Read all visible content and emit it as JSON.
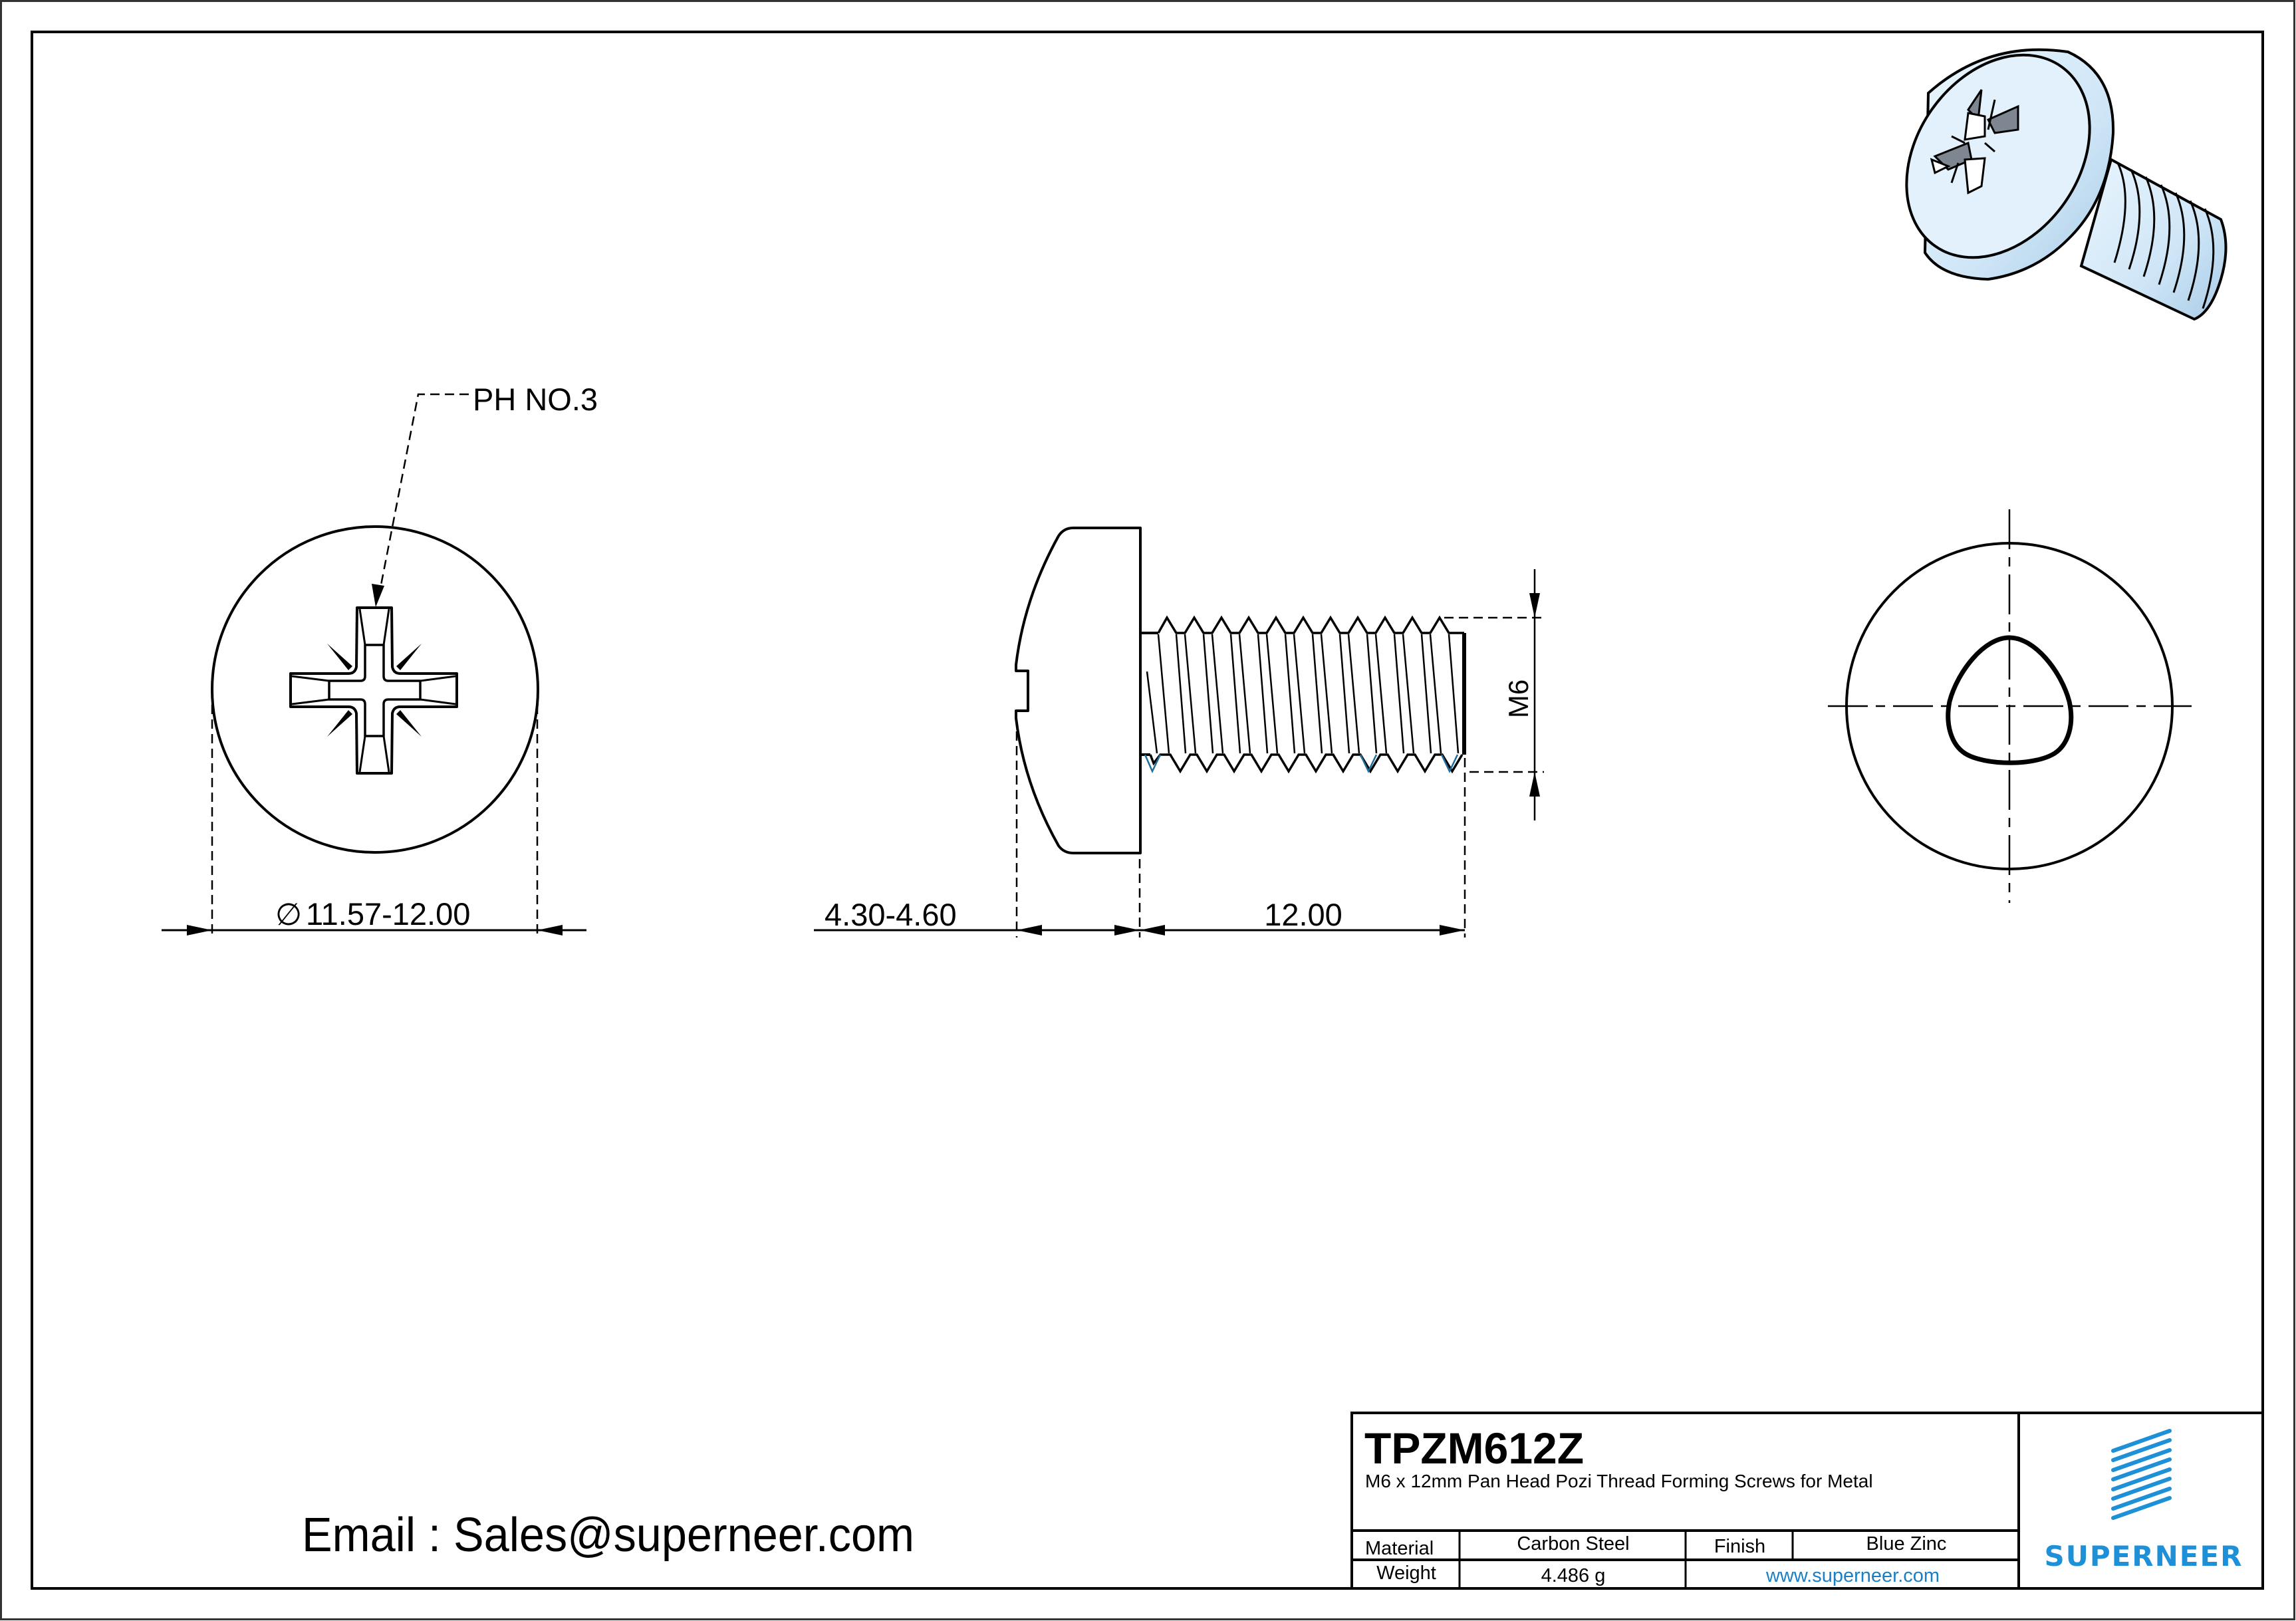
{
  "drawing": {
    "part_number": "TPZM612Z",
    "description": "M6 x 12mm Pan Head Pozi Thread Forming Screws for Metal",
    "top_view": {
      "callout": "PH NO.3",
      "diameter_symbol": "∅",
      "diameter_dim": "11.57-12.00"
    },
    "side_view": {
      "head_height_dim": "4.30-4.60",
      "length_dim": "12.00",
      "thread_dim": "M6"
    },
    "end_view": {
      "shape": "trilobular thread section"
    },
    "iso_view": {
      "label": "3D isometric render",
      "color": "#cfe6f7"
    }
  },
  "title_block": {
    "material_label": "Material",
    "material_value": "Carbon Steel",
    "finish_label": "Finish",
    "finish_value": "Blue Zinc",
    "weight_label": "Weight",
    "weight_value": "4.486 g",
    "website": "www.superneer.com",
    "website_color": "#1a7fc4"
  },
  "brand": {
    "name": "SUPERNEER",
    "color": "#1e90d8"
  },
  "contact": {
    "email_line": "Email : Sales@superneer.com"
  }
}
